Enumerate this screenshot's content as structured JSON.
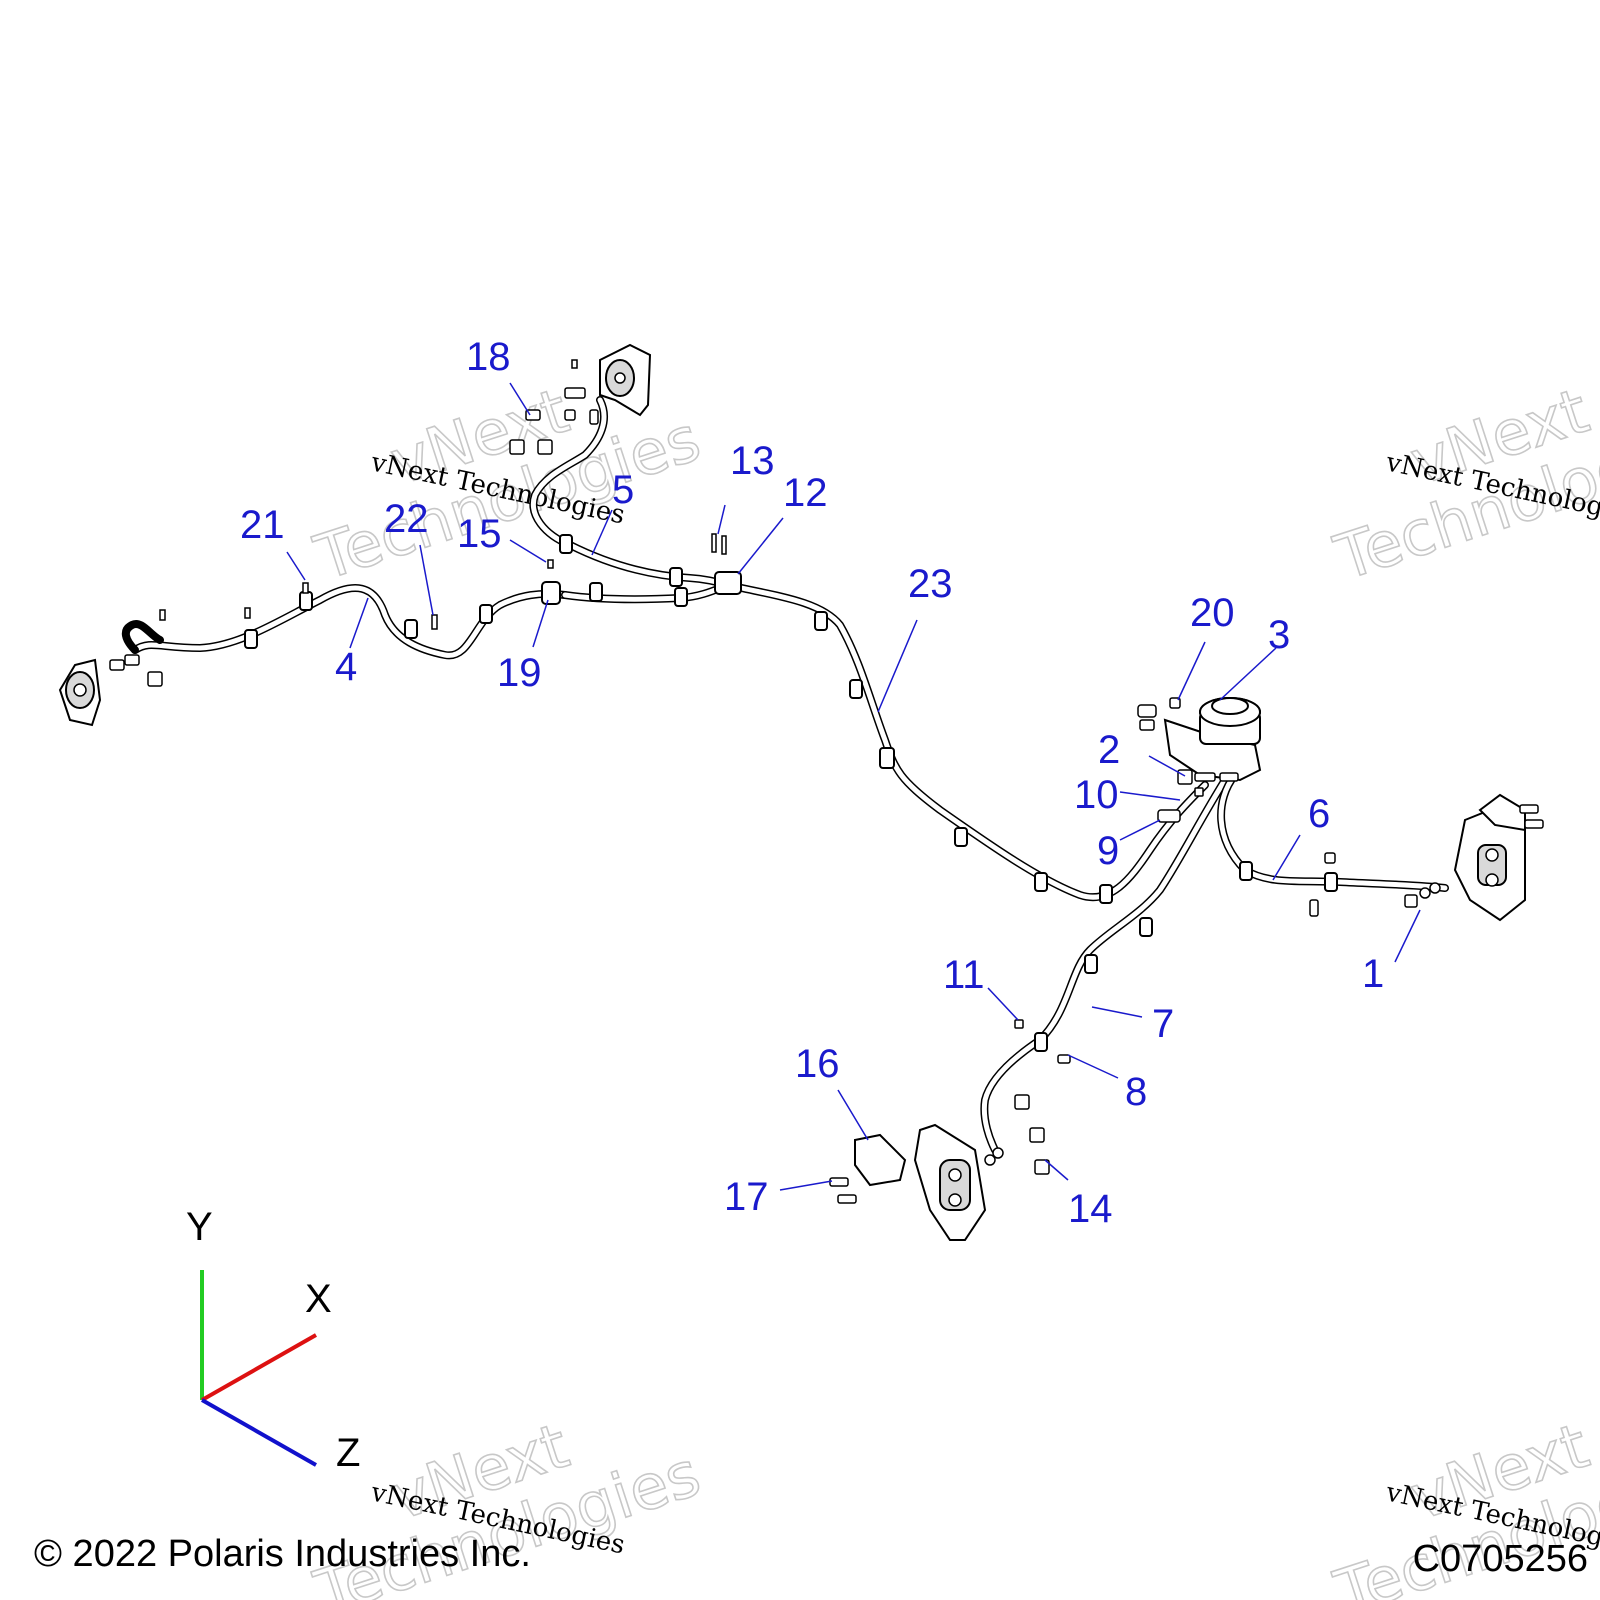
{
  "callouts": [
    {
      "label": "1"
    },
    {
      "label": "2"
    },
    {
      "label": "3"
    },
    {
      "label": "4"
    },
    {
      "label": "5"
    },
    {
      "label": "6"
    },
    {
      "label": "7"
    },
    {
      "label": "8"
    },
    {
      "label": "9"
    },
    {
      "label": "10"
    },
    {
      "label": "11"
    },
    {
      "label": "12"
    },
    {
      "label": "13"
    },
    {
      "label": "14"
    },
    {
      "label": "15"
    },
    {
      "label": "16"
    },
    {
      "label": "17"
    },
    {
      "label": "18"
    },
    {
      "label": "19"
    },
    {
      "label": "20"
    },
    {
      "label": "21"
    },
    {
      "label": "22"
    },
    {
      "label": "23"
    }
  ],
  "axes": {
    "y": "Y",
    "x": "X",
    "z": "Z",
    "y_color": "#22cc22",
    "x_color": "#dd1111",
    "z_color": "#1111cc"
  },
  "watermark": {
    "brand": "vNext",
    "company": "Technologies",
    "full": "vNext Technologies"
  },
  "footer": {
    "copyright": "© 2022 Polaris Industries Inc.",
    "figure_id": "C0705256"
  }
}
